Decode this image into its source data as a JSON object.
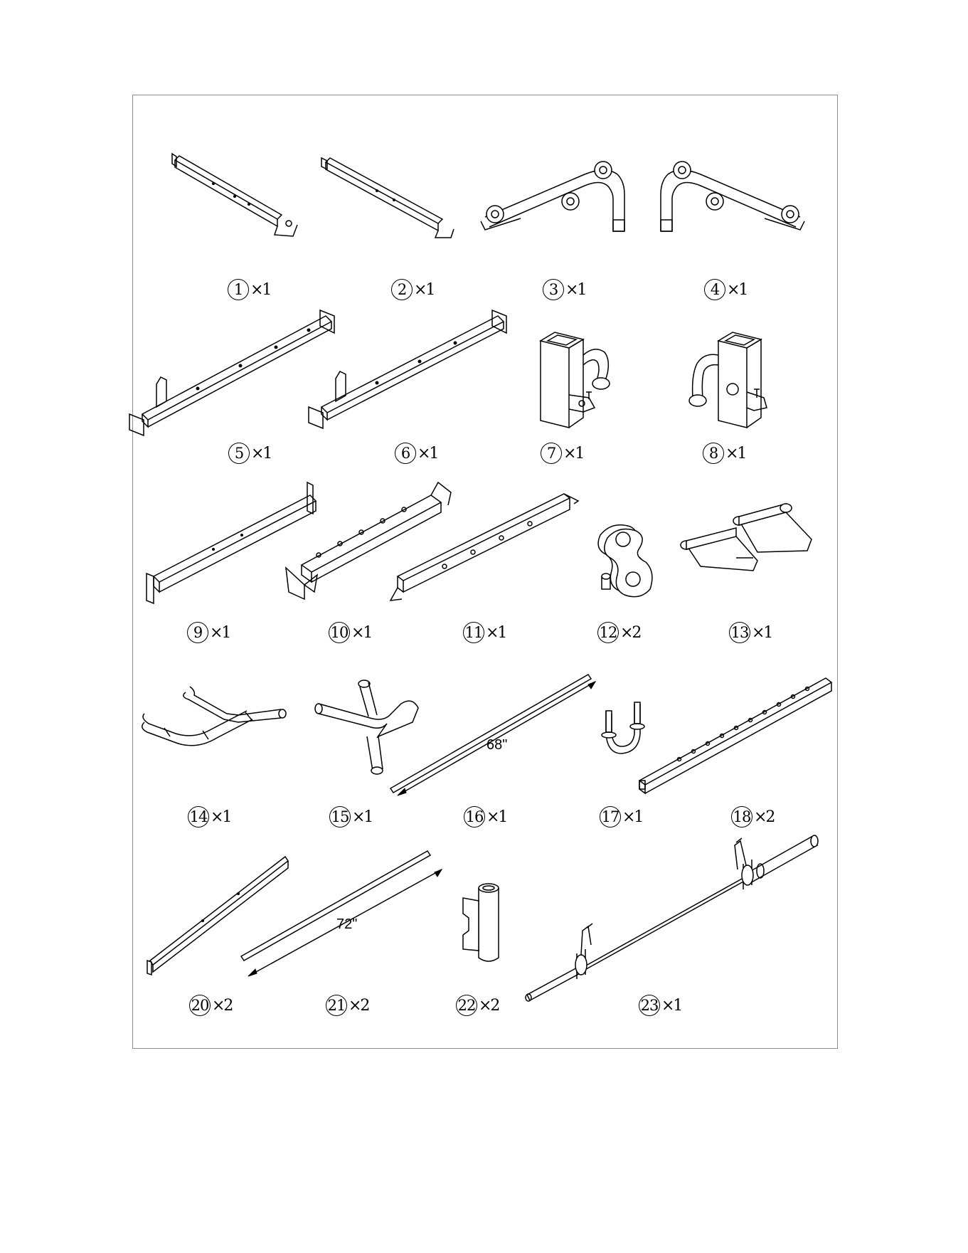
{
  "parts": [
    {
      "num": "1",
      "qty": "×1"
    },
    {
      "num": "2",
      "qty": "×1"
    },
    {
      "num": "3",
      "qty": "×1"
    },
    {
      "num": "4",
      "qty": "×1"
    },
    {
      "num": "5",
      "qty": "×1"
    },
    {
      "num": "6",
      "qty": "×1"
    },
    {
      "num": "7",
      "qty": "×1"
    },
    {
      "num": "8",
      "qty": "×1"
    },
    {
      "num": "9",
      "qty": "×1"
    },
    {
      "num": "10",
      "qty": "×1"
    },
    {
      "num": "11",
      "qty": "×1"
    },
    {
      "num": "12",
      "qty": "×2"
    },
    {
      "num": "13",
      "qty": "×1"
    },
    {
      "num": "14",
      "qty": "×1"
    },
    {
      "num": "15",
      "qty": "×1"
    },
    {
      "num": "16",
      "qty": "×1",
      "dimension": "68\""
    },
    {
      "num": "17",
      "qty": "×1"
    },
    {
      "num": "18",
      "qty": "×2"
    },
    {
      "num": "20",
      "qty": "×2"
    },
    {
      "num": "21",
      "qty": "×2",
      "dimension": "72\""
    },
    {
      "num": "22",
      "qty": "×2"
    },
    {
      "num": "23",
      "qty": "×1"
    }
  ]
}
